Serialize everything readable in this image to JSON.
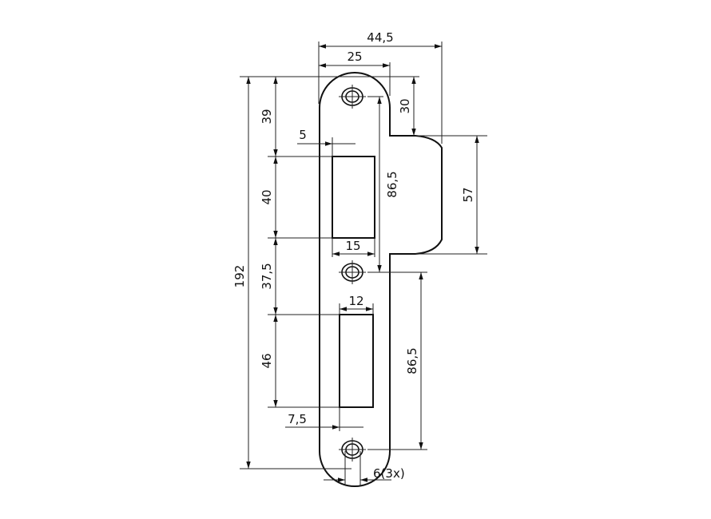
{
  "drawing": {
    "title": "Strike plate dimension drawing",
    "stroke_color": "#111111",
    "background": "#ffffff",
    "dimensions": {
      "overall_width": "44,5",
      "plate_width": "25",
      "top_to_lip": "30",
      "top_to_slot1": "39",
      "slot1_offset": "5",
      "slot1_height": "40",
      "slot1_width": "15",
      "hole_spacing_upper": "86,5",
      "lip_height": "57",
      "overall_height": "192",
      "slot1_to_slot2": "37,5",
      "slot2_width": "12",
      "slot2_height": "46",
      "slot2_offset": "7,5",
      "hole_spacing_lower": "86,5",
      "hole_diameter": "6(3x)"
    }
  }
}
